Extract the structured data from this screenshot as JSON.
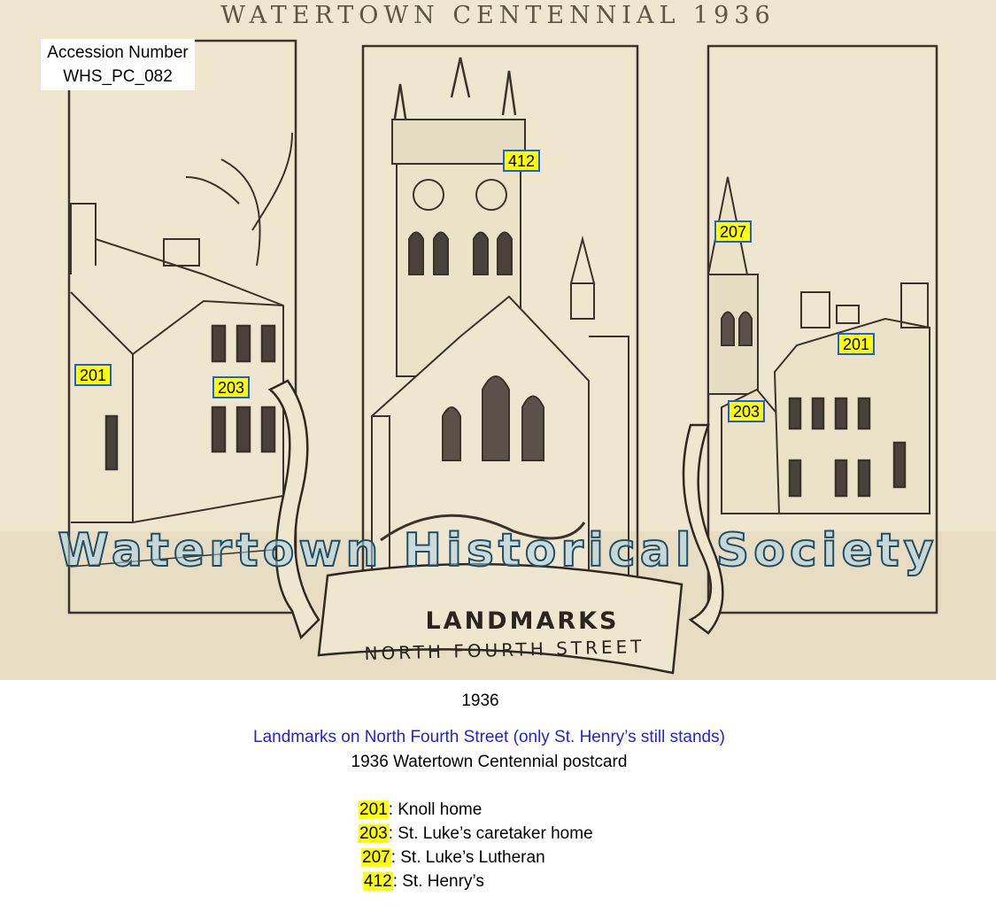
{
  "postcard": {
    "header": "WATERTOWN CENTENNIAL 1936",
    "accession_label": "Accession Number",
    "accession_value": "WHS_PC_082",
    "watermark": "Watertown Historical Society",
    "banner_line1": "LANDMARKS",
    "banner_line2": "NORTH FOURTH STREET",
    "tags": {
      "left_201": "201",
      "left_203": "203",
      "center_412": "412",
      "right_207": "207",
      "right_201": "201",
      "right_203": "203"
    }
  },
  "caption": {
    "year": "1936",
    "title": "Landmarks on North Fourth Street (only St. Henry’s still stands)",
    "subtitle": "1936 Watertown Centennial postcard"
  },
  "legend": [
    {
      "number": "201",
      "text": ":  Knoll home"
    },
    {
      "number": "203",
      "text": ":  St. Luke’s caretaker home"
    },
    {
      "number": "207",
      "text": ":  St. Luke’s Lutheran"
    },
    {
      "number": "412",
      "text": ":  St. Henry’s"
    }
  ],
  "colors": {
    "paper": "#efe6cf",
    "ink": "#2b2520",
    "tag_fill": "#ffff00",
    "tag_border": "#1c5fe0",
    "title_blue": "#1f1fe6"
  }
}
